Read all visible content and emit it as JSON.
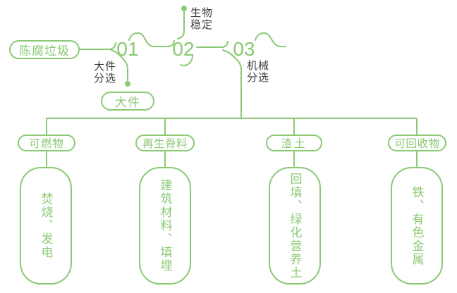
{
  "colors": {
    "green": "#8bc974",
    "dark": "#3c3c3c",
    "background": "#ffffff"
  },
  "flow": {
    "root_label": "陈腐垃圾",
    "steps": [
      {
        "number": "01",
        "process_lines": [
          "大件",
          "分选"
        ],
        "output": "大件"
      },
      {
        "number": "02",
        "process_lines": [
          "生物",
          "稳定"
        ]
      },
      {
        "number": "03",
        "process_lines": [
          "机械",
          "分选"
        ]
      }
    ]
  },
  "branches": [
    {
      "category": "可燃物",
      "result": "焚烧、发电"
    },
    {
      "category": "再生骨料",
      "result": "建筑材料、填埋"
    },
    {
      "category": "渣土",
      "result": "回填、绿化营养土"
    },
    {
      "category": "可回收物",
      "result": "铁、有色金属"
    }
  ]
}
